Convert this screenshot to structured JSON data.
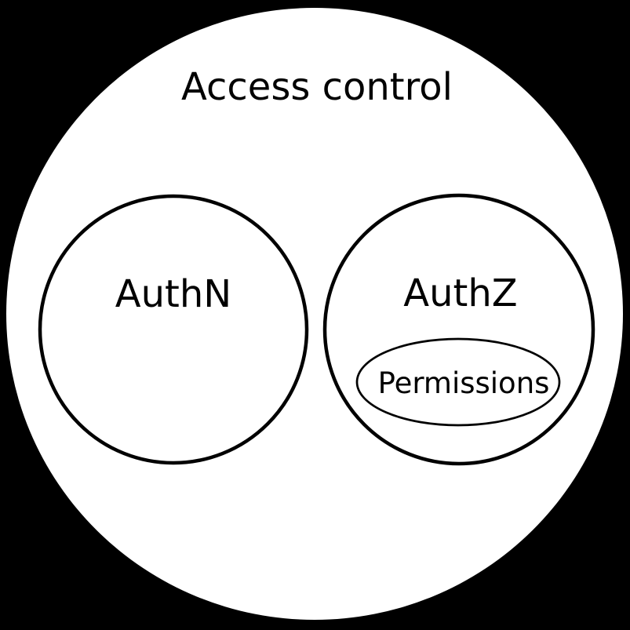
{
  "diagram": {
    "type": "euler-venn",
    "title": "Access control",
    "sets": {
      "outer": {
        "label": "Access control"
      },
      "authn": {
        "label": "AuthN"
      },
      "authz": {
        "label": "AuthZ"
      },
      "permissions": {
        "label": "Permissions",
        "parent": "AuthZ"
      }
    },
    "colors": {
      "background": "#000000",
      "set_fill": "#ffffff",
      "stroke": "#000000",
      "text": "#000000"
    }
  }
}
